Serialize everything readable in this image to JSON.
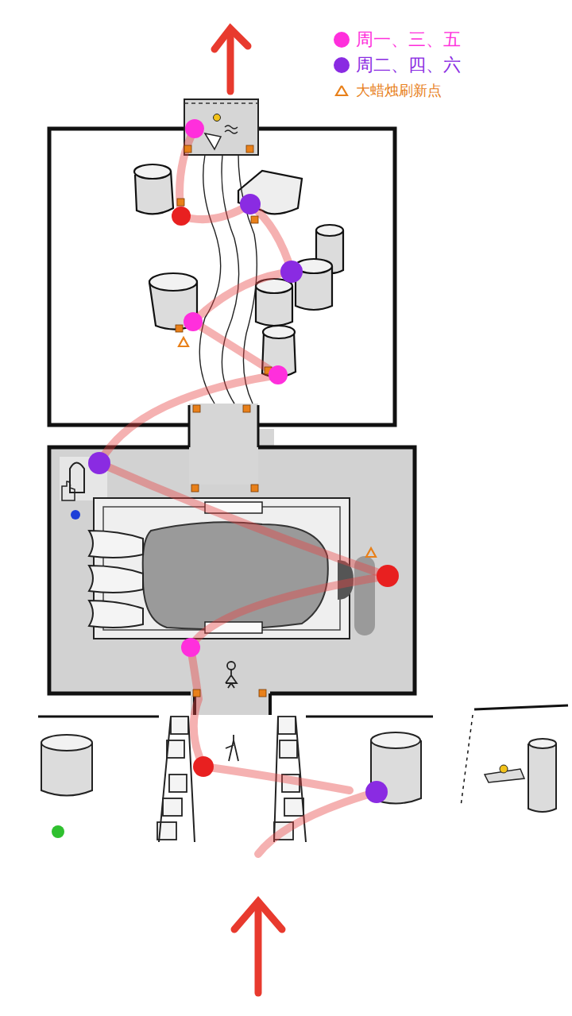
{
  "diagram": {
    "legend": [
      {
        "text": "周一、三、五",
        "color": "#ff2fdc"
      },
      {
        "text": "周二、四、六",
        "color": "#8a2be2"
      },
      {
        "text": "大蜡烛刷新点"
      }
    ]
  }
}
